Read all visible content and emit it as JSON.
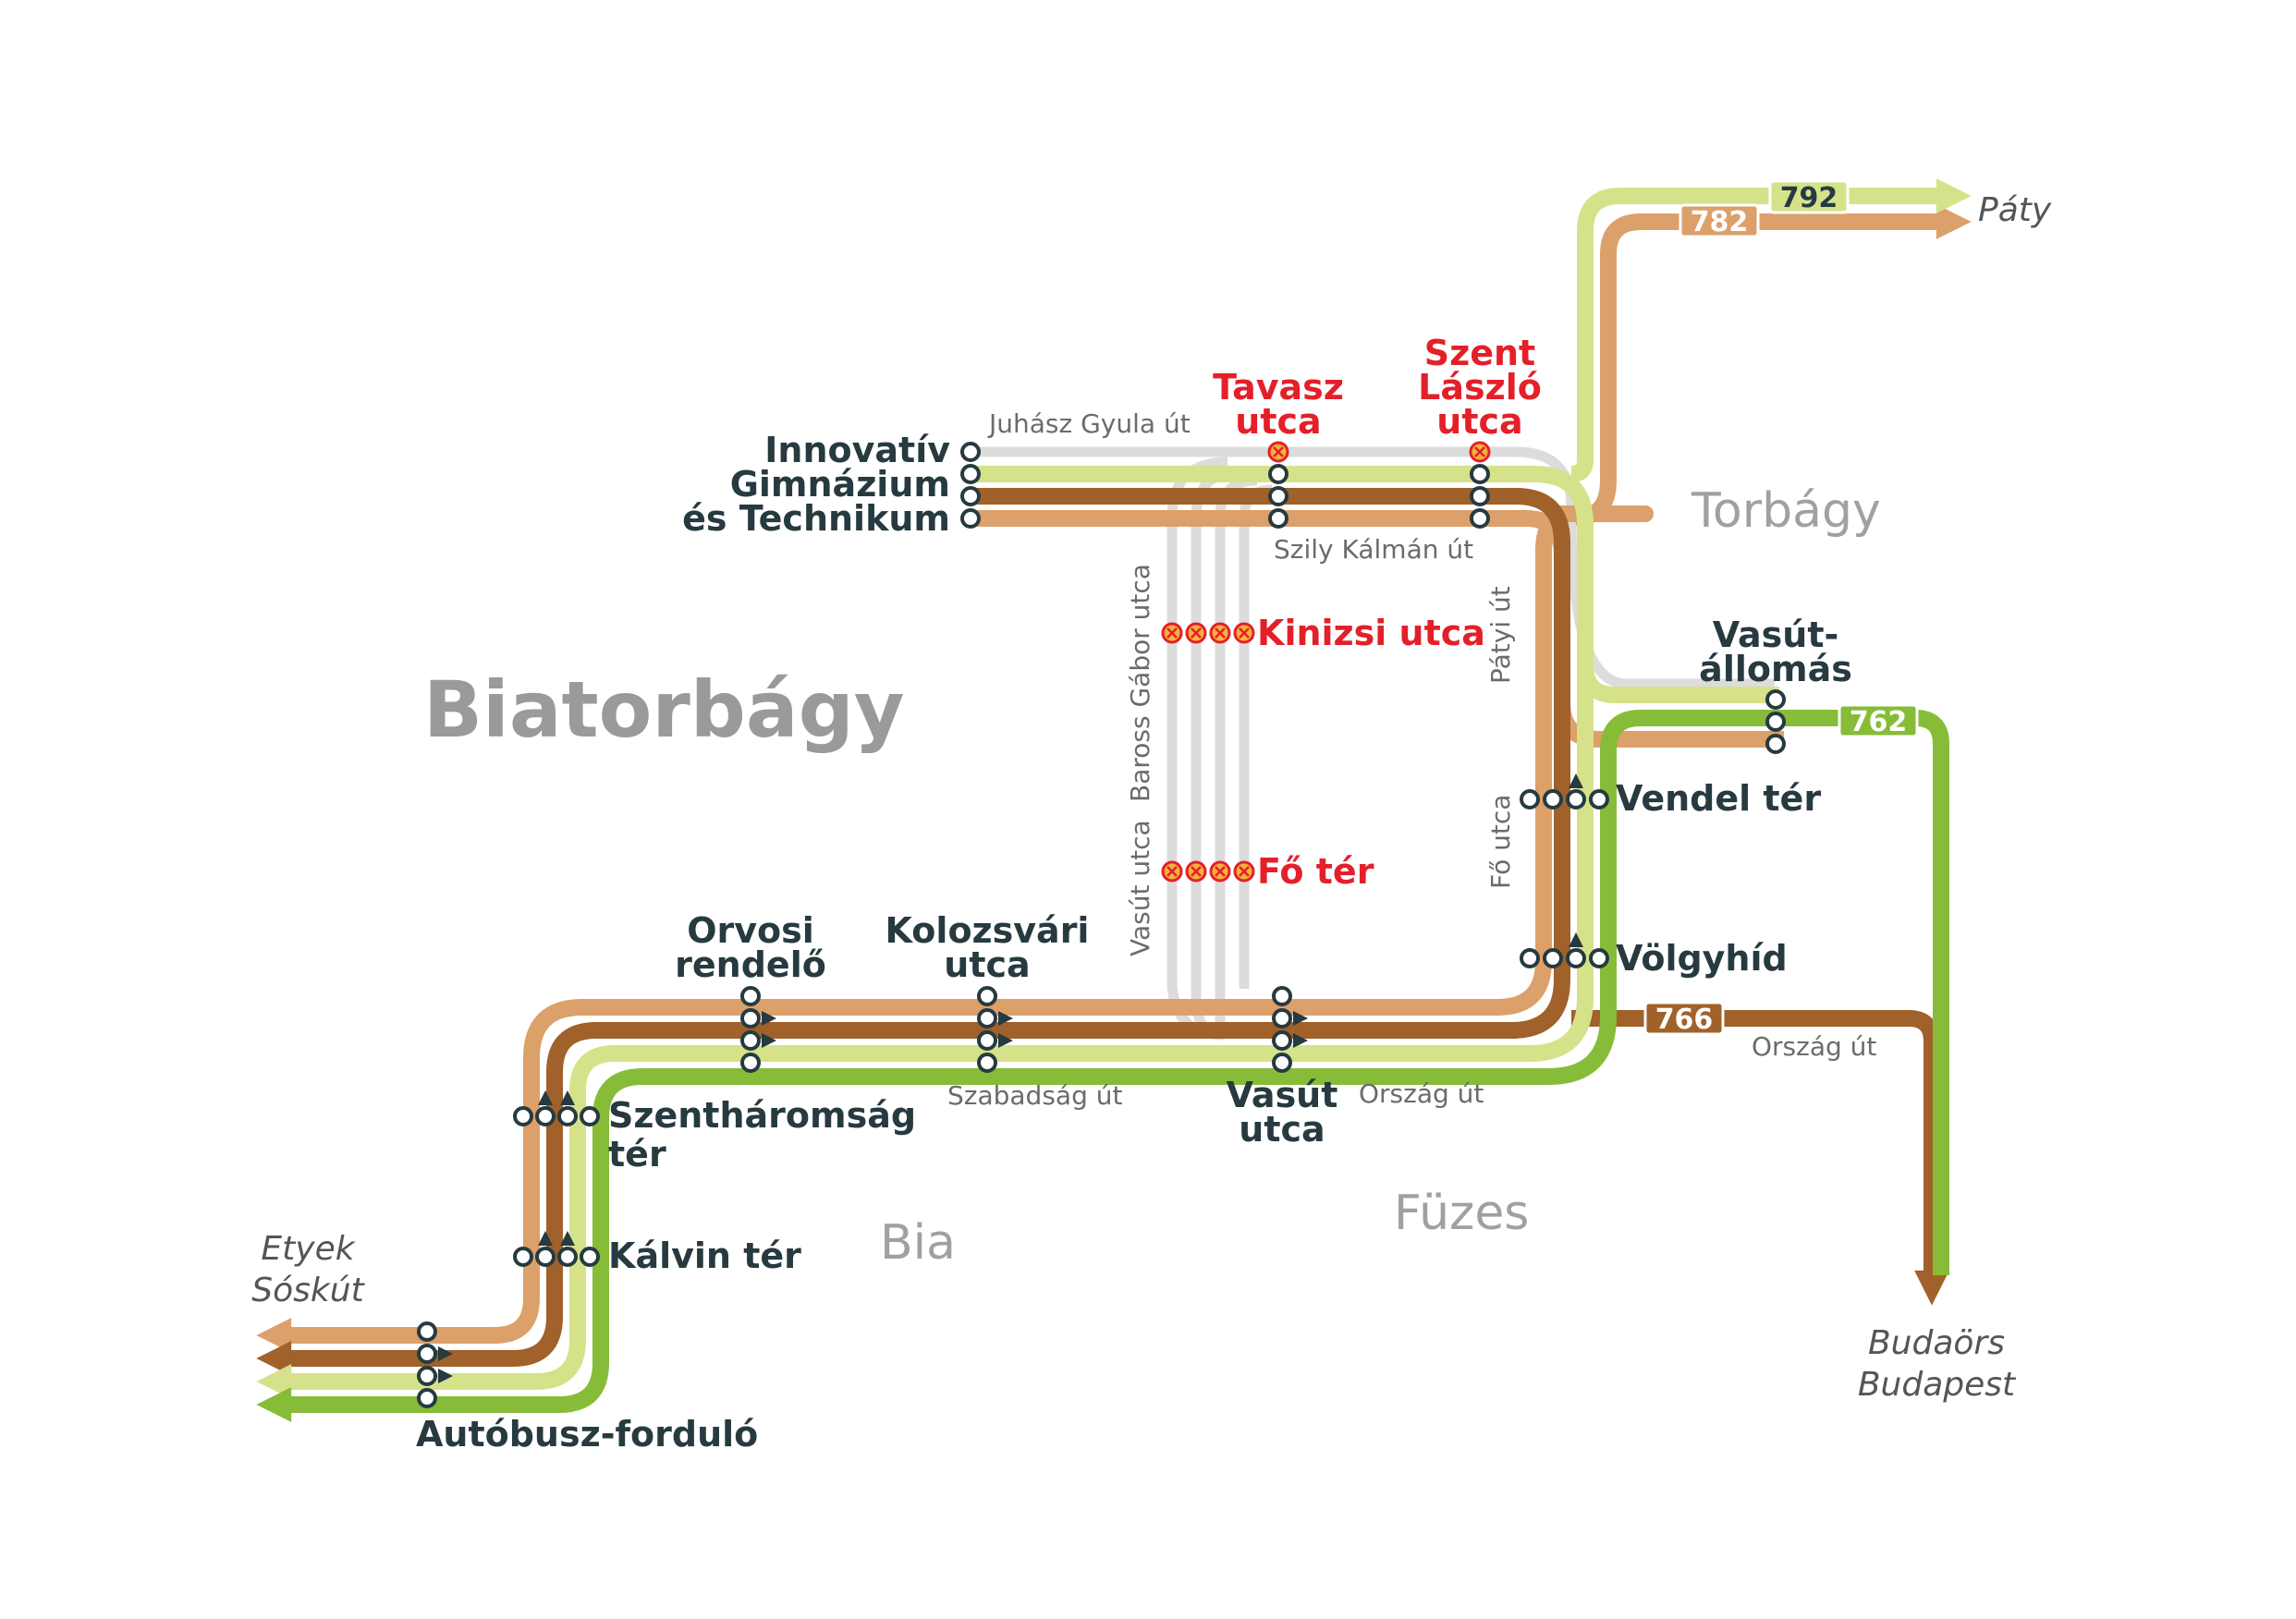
{
  "town": "Biatorbágy",
  "districts": {
    "torbagy": "Torbágy",
    "bia": "Bia",
    "fuzes": "Füzes"
  },
  "colors": {
    "line_782": "#dca06a",
    "line_766": "#a0612a",
    "line_792": "#d6e28a",
    "line_762": "#87bc38",
    "closed_route": "#dcdcdc",
    "stop_outline": "#263a40",
    "closed_stop": "#e3202a",
    "closed_stop_fill": "#f6b13c"
  },
  "lines": [
    {
      "number": "782",
      "text_color": "#ffffff"
    },
    {
      "number": "766",
      "text_color": "#ffffff"
    },
    {
      "number": "792",
      "text_color": "#263a40"
    },
    {
      "number": "762",
      "text_color": "#ffffff"
    }
  ],
  "stops": {
    "innovativ": [
      "Innovatív",
      "Gimnázium",
      "és Technikum"
    ],
    "orvosi": [
      "Orvosi",
      "rendelő"
    ],
    "kolozsvari": [
      "Kolozsvári",
      "utca"
    ],
    "vasut_utca": [
      "Vasút",
      "utca"
    ],
    "szentharomsag": [
      "Szentháromság",
      "tér"
    ],
    "kalvin": "Kálvin tér",
    "autobusz": "Autóbusz-forduló",
    "vendel": "Vendel tér",
    "volgyhid": "Völgyhíd",
    "vasutallomas": [
      "Vasút-",
      "állomás"
    ]
  },
  "closed_stops": {
    "tavasz": [
      "Tavasz",
      "utca"
    ],
    "szent_laszlo": [
      "Szent",
      "László",
      "utca"
    ],
    "kinizsi": "Kinizsi utca",
    "fo_ter": "Fő tér"
  },
  "streets": {
    "juhasz": "Juhász Gyula út",
    "szily": "Szily Kálmán út",
    "baross": "Baross Gábor utca",
    "vasut": "Vasút utca",
    "patyi": "Pátyi út",
    "fo": "Fő utca",
    "szabadsag": "Szabadság út",
    "orszag_1": "Ország út",
    "orszag_2": "Ország út"
  },
  "destinations": {
    "paty": "Páty",
    "west": [
      "Etyek",
      "Sóskút"
    ],
    "east": [
      "Budaörs",
      "Budapest"
    ]
  }
}
